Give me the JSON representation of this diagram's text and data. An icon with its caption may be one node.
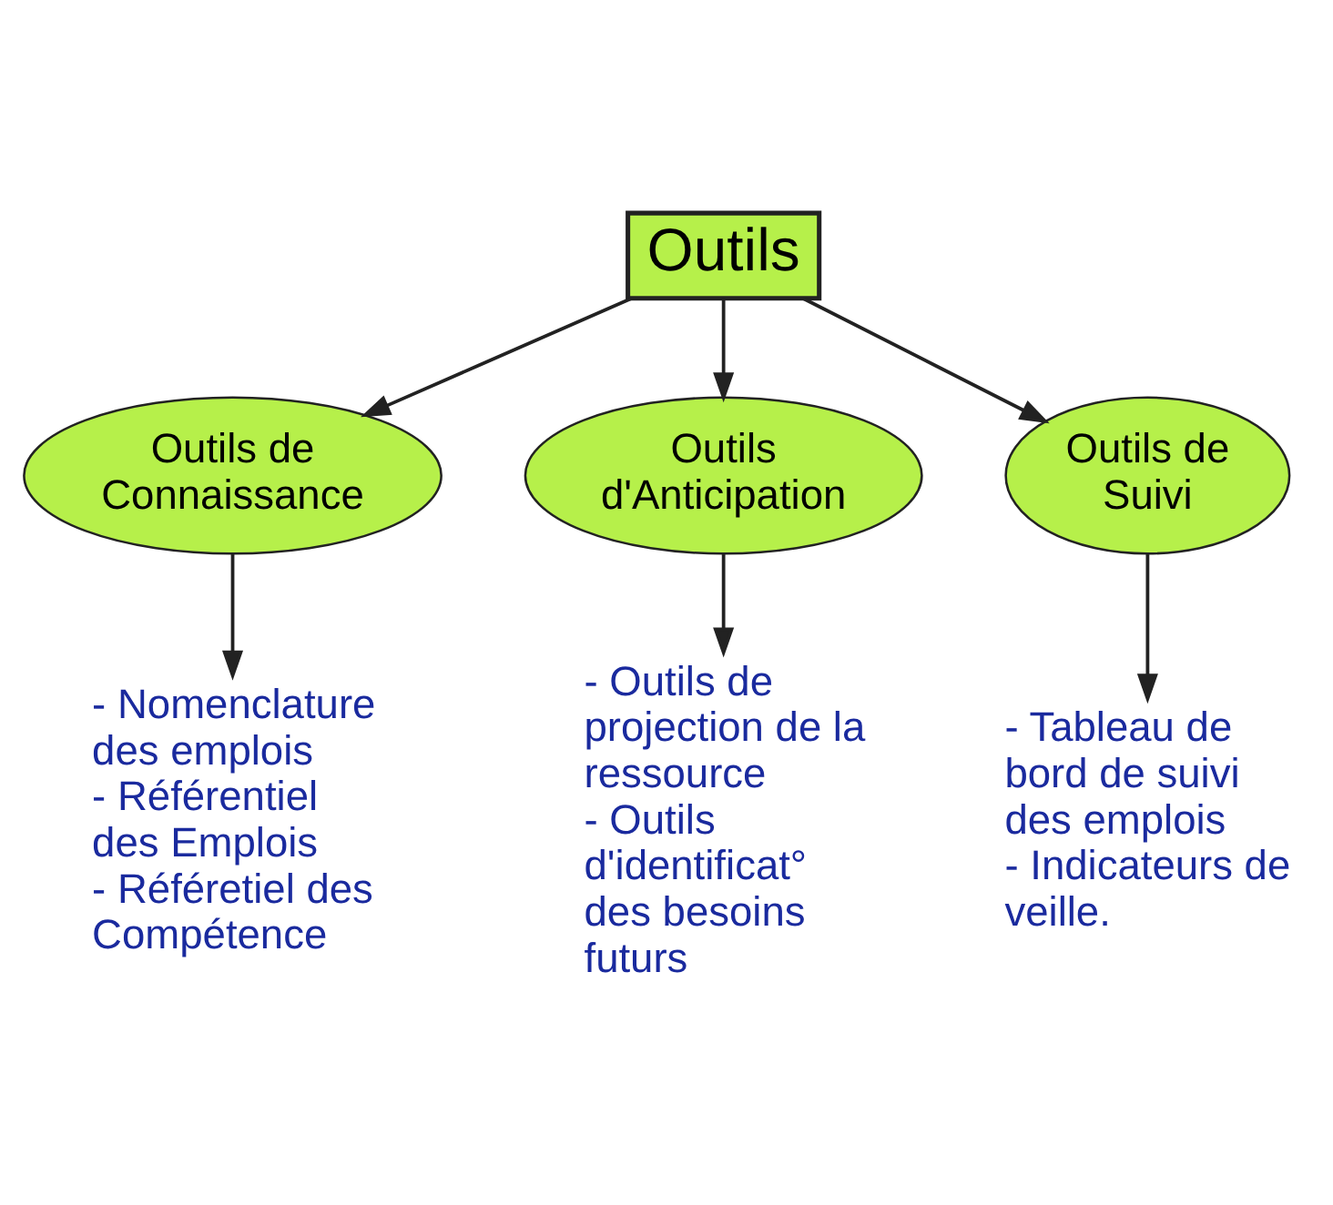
{
  "diagram": {
    "nodes": [
      {
        "text": [
          "Outils"
        ]
      },
      {
        "text": [
          "Outils de Connaissance"
        ]
      },
      {
        "text": [
          "Outils d'Anticipation"
        ]
      },
      {
        "text": [
          "Outils de Suivi"
        ]
      },
      {
        "text": [
          "- Nomenclature des emplois",
          "- Référentiel des Emplois",
          "- Référetiel des Compétence"
        ]
      },
      {
        "text": [
          "- Outils de projection de la ressource",
          "- Outils d'identificat° des besoins futurs"
        ]
      },
      {
        "text": [
          "- Tableau de bord de suivi des emplois",
          "- Indicateurs de veille."
        ]
      }
    ],
    "edges": [
      {
        "from": 0,
        "to": 1,
        "arrow": "to"
      },
      {
        "from": 0,
        "to": 2,
        "arrow": "to"
      },
      {
        "from": 0,
        "to": 3,
        "arrow": "to"
      },
      {
        "from": 1,
        "to": 4,
        "arrow": "to"
      },
      {
        "from": 2,
        "to": 5,
        "arrow": "to"
      },
      {
        "from": 3,
        "to": 6,
        "arrow": "to"
      }
    ]
  }
}
